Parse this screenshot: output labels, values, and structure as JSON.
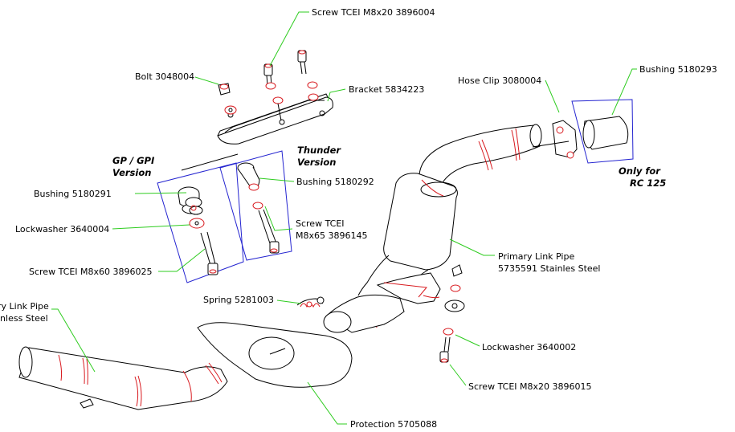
{
  "labels": {
    "screw_top": "Screw TCEI M8x20 3896004",
    "bolt": "Bolt 3048004",
    "bracket": "Bracket 5834223",
    "hose_clip": "Hose Clip 3080004",
    "bushing_5180293": "Bushing 5180293",
    "gp_version": "GP / GPI\nVersion",
    "thunder_version": "Thunder\nVersion",
    "only_rc125": "Only for\nRC 125",
    "bushing_5180291": "Bushing 5180291",
    "bushing_5180292": "Bushing 5180292",
    "lockwasher_3640004": "Lockwasher 3640004",
    "screw_m8x65": "Screw TCEI\nM8x65 3896145",
    "screw_m8x60": "Screw TCEI M8x60 3896025",
    "primary_link_pipe": "Primary Link Pipe\n5735591 Stainles Steel",
    "spring": "Spring 5281003",
    "secondary_link_pipe": "ry Link Pipe\ninless Steel",
    "lockwasher_3640002": "Lockwasher 3640002",
    "screw_m8x20_bottom": "Screw TCEI M8x20 3896015",
    "protection": "Protection 5705088"
  },
  "colors": {
    "leader": "#2ecc1f",
    "part_outline": "#000000",
    "weld_rings": "#d8191e",
    "version_box": "#2424d0"
  }
}
